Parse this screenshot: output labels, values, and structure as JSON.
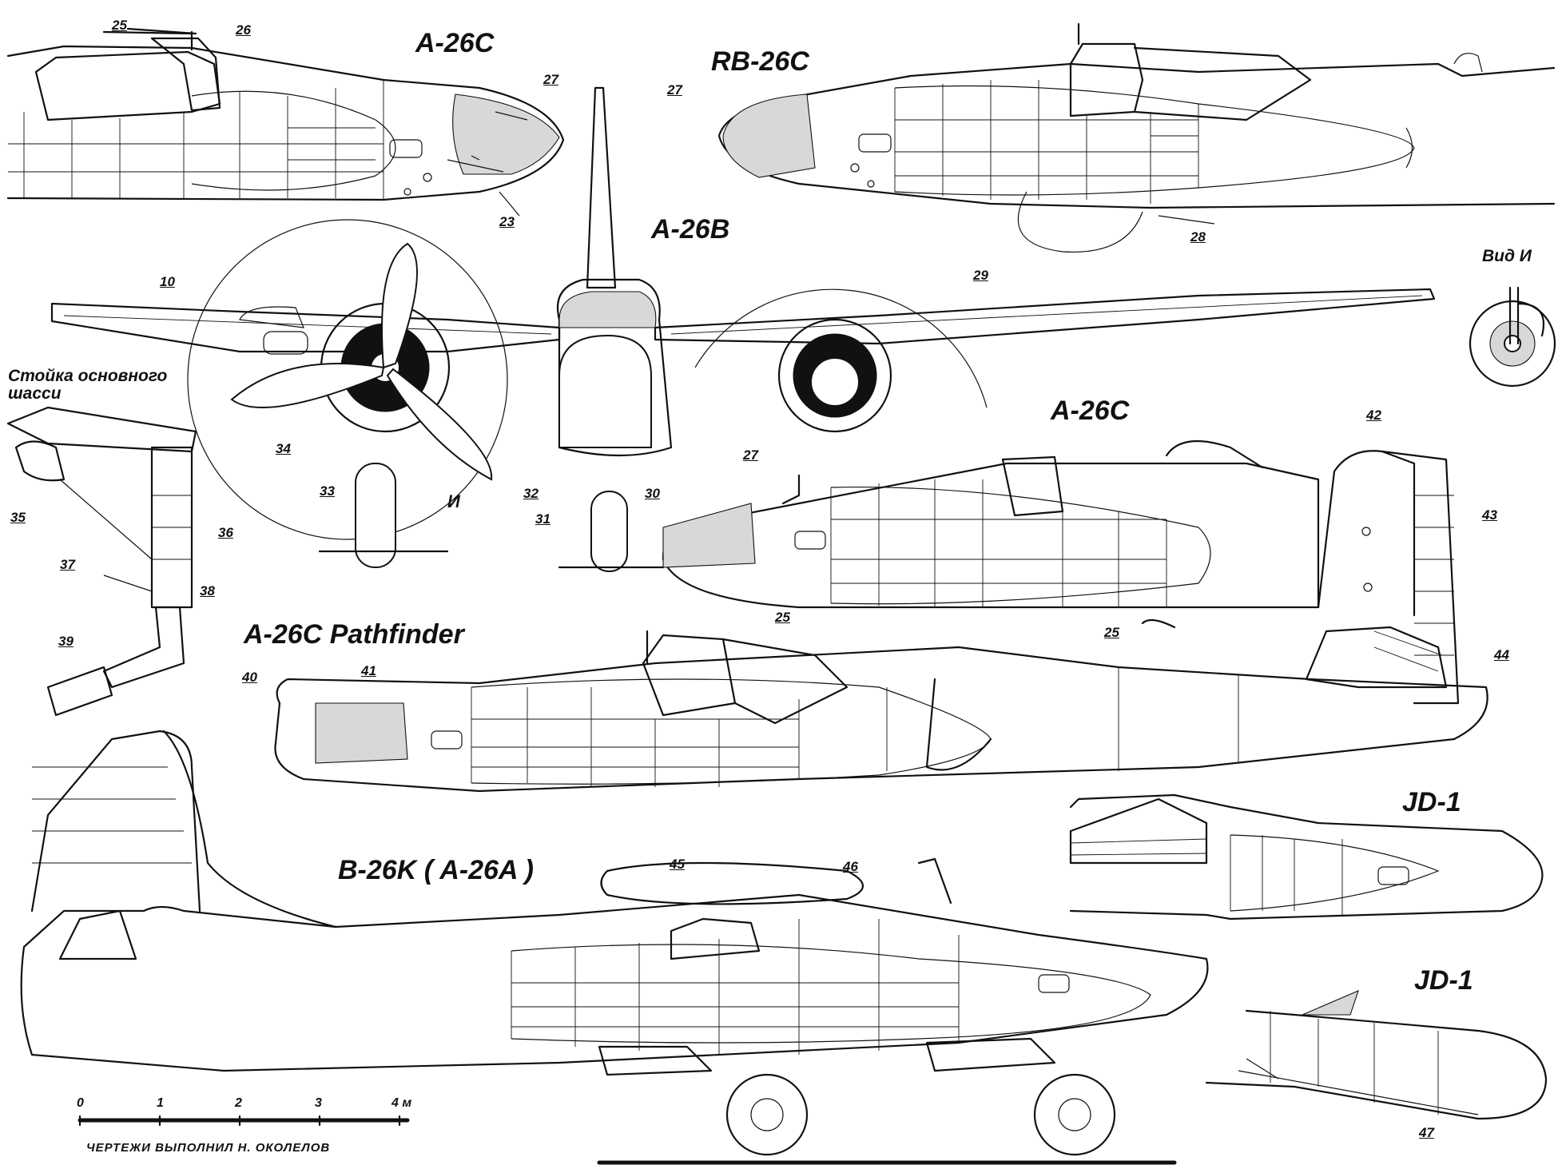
{
  "titles": {
    "a26c_top": "A-26C",
    "rb26c": "RB-26C",
    "a26b": "A-26B",
    "a26c_mid": "A-26C",
    "pathfinder": "A-26C Pathfinder",
    "b26k": "B-26K ( A-26A )",
    "jd1_top": "JD-1",
    "jd1_bottom": "JD-1"
  },
  "captions": {
    "view_i": "Вид И",
    "strut_line1": "Стойка основного",
    "strut_line2": "шасси",
    "arrow_i": "И"
  },
  "callouts": [
    "25",
    "26",
    "27",
    "23",
    "27",
    "28",
    "10",
    "29",
    "34",
    "33",
    "35",
    "36",
    "37",
    "38",
    "39",
    "32",
    "31",
    "30",
    "27",
    "42",
    "43",
    "25",
    "25",
    "40",
    "41",
    "44",
    "45",
    "46",
    "47"
  ],
  "scale": {
    "ticks": [
      "0",
      "1",
      "2",
      "3",
      "4 м"
    ]
  },
  "credit": "ЧЕРТЕЖИ ВЫПОЛНИЛ  Н. ОКОЛЕЛОВ"
}
